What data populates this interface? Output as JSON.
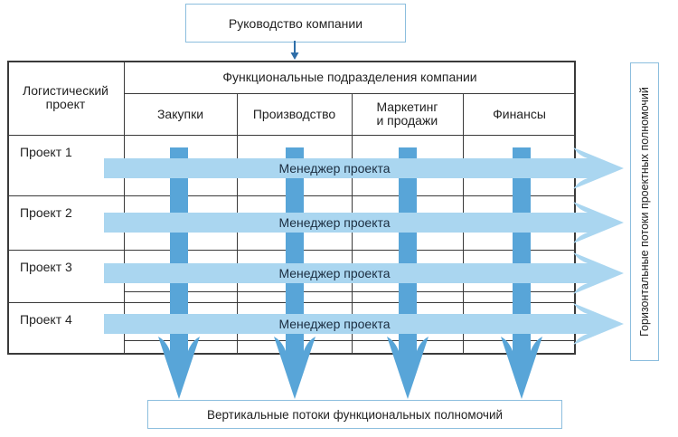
{
  "top_box": {
    "label": "Руководство компании"
  },
  "matrix": {
    "corner_header": "Логистический проект",
    "group_header": "Функциональные подразделения компании",
    "columns": [
      "Закупки",
      "Производство",
      "Маркетинг и продажи",
      "Финансы"
    ],
    "projects": [
      {
        "label": "Проект 1",
        "arrow_label": "Менеджер проекта"
      },
      {
        "label": "Проект 2",
        "arrow_label": "Менеджер проекта"
      },
      {
        "label": "Проект 3",
        "arrow_label": "Менеджер проекта"
      },
      {
        "label": "Проект 4",
        "arrow_label": "Менеджер проекта"
      }
    ]
  },
  "right_box": {
    "label": "Горизонтальные потоки проектных полномочий"
  },
  "bottom_box": {
    "label": "Вертикальные потоки функциональных полномочий"
  },
  "colors": {
    "light_arrow": "#aad6f0",
    "dark_arrow": "#58a5d8",
    "box_border": "#8cbede",
    "table_line": "#3a3a3a",
    "connector": "#2f6ea8",
    "arrow_text": "#1b2d40"
  }
}
